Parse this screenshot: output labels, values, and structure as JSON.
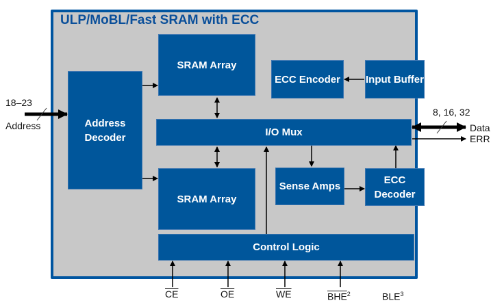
{
  "diagram": {
    "title": "ULP/MoBL/Fast SRAM with ECC",
    "blocks": {
      "address_decoder": "Address Decoder",
      "sram_array_top": "SRAM Array",
      "sram_array_bottom": "SRAM Array",
      "io_mux": "I/O Mux",
      "ecc_encoder": "ECC Encoder",
      "input_buffer": "Input Buffer",
      "sense_amps": "Sense Amps",
      "ecc_decoder": "ECC Decoder",
      "control_logic": "Control Logic"
    },
    "external_labels": {
      "address_width": "18–23",
      "address": "Address",
      "data_width": "8, 16, 32",
      "data": "Data",
      "err": "ERR"
    },
    "control_signals": [
      {
        "name": "CE",
        "overline": true,
        "note": ""
      },
      {
        "name": "OE",
        "overline": true,
        "note": ""
      },
      {
        "name": "WE",
        "overline": true,
        "note": ""
      },
      {
        "name": "BHE",
        "overline": true,
        "note": "2"
      },
      {
        "name": "BLE",
        "overline": false,
        "note": "3"
      }
    ],
    "colors": {
      "block_fill": "#00569b",
      "frame_border": "#0055a0",
      "frame_fill": "#c8c8c8",
      "title": "#0a4f9a"
    }
  }
}
